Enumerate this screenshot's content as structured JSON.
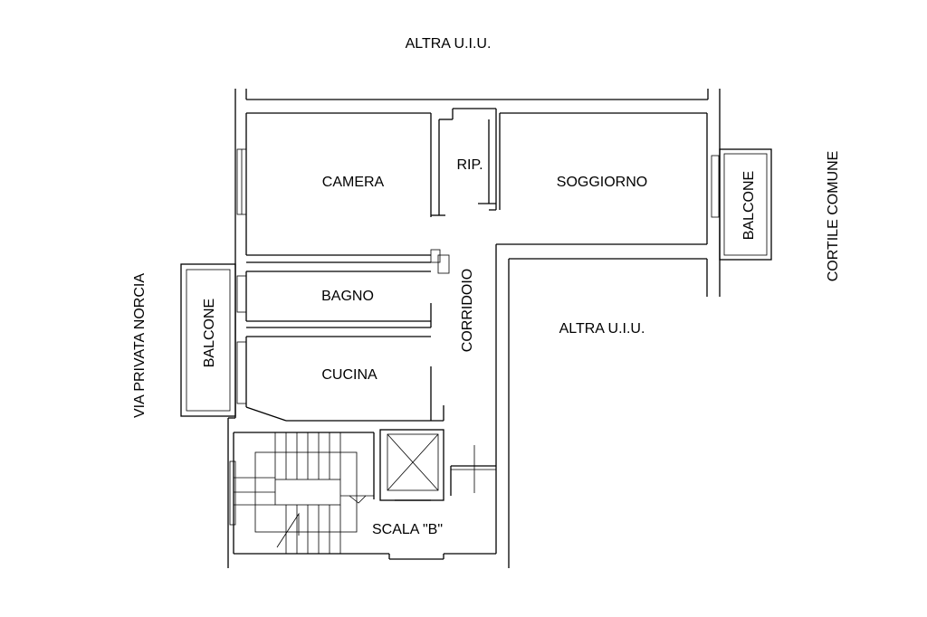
{
  "labels": {
    "top_unit": "ALTRA U.I.U.",
    "right_unit": "ALTRA U.I.U.",
    "street": "VIA PRIVATA NORCIA",
    "courtyard": "CORTILE COMUNE",
    "balcony_left": "BALCONE",
    "balcony_right": "BALCONE"
  },
  "rooms": {
    "camera": "CAMERA",
    "ripostiglio": "RIP.",
    "soggiorno": "SOGGIORNO",
    "bagno": "BAGNO",
    "cucina": "CUCINA",
    "corridoio": "CORRIDOIO",
    "scala": "SCALA \"B\""
  }
}
